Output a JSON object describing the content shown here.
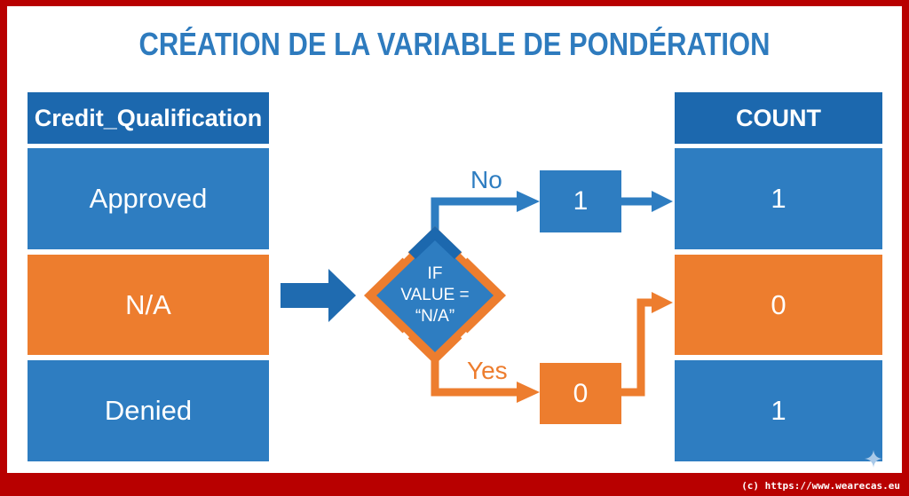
{
  "title": "CRÉATION DE LA VARIABLE DE PONDÉRATION",
  "colors": {
    "frame": "#B80000",
    "title": "#2E7BBE",
    "header_blue": "#1C68AE",
    "blue": "#2E7DC1",
    "orange": "#ED7D2E",
    "white": "#FFFFFF"
  },
  "left_table": {
    "header": "Credit_Qualification",
    "rows": [
      {
        "label": "Approved",
        "color": "blue"
      },
      {
        "label": "N/A",
        "color": "orange"
      },
      {
        "label": "Denied",
        "color": "blue"
      }
    ]
  },
  "decision": {
    "condition_line1": "IF",
    "condition_line2": "VALUE =",
    "condition_line3": "“N/A”",
    "no_label": "No",
    "yes_label": "Yes",
    "no_value": "1",
    "yes_value": "0"
  },
  "right_table": {
    "header": "COUNT",
    "rows": [
      {
        "value": "1",
        "color": "blue"
      },
      {
        "value": "0",
        "color": "orange"
      },
      {
        "value": "1",
        "color": "blue"
      }
    ]
  },
  "footer": {
    "copyright": "(c) https://www.wearecas.eu"
  }
}
